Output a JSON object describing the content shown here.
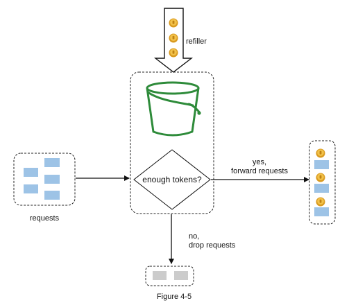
{
  "labels": {
    "refiller": "refiller",
    "decision": "enough tokens?",
    "requests": "requests",
    "yes_line1": "yes,",
    "yes_line2": "forward requests",
    "no_line1": "no,",
    "no_line2": "drop requests",
    "figure_caption": "Figure 4-5"
  },
  "colors": {
    "bucket": "#2e8b3a",
    "request_block": "#9dc3e6",
    "dropped_block": "#cccccc",
    "token": "#e8a72c",
    "arrow": "#111111"
  },
  "icons": {
    "bucket": "bucket-icon",
    "token": "coin-icon"
  }
}
